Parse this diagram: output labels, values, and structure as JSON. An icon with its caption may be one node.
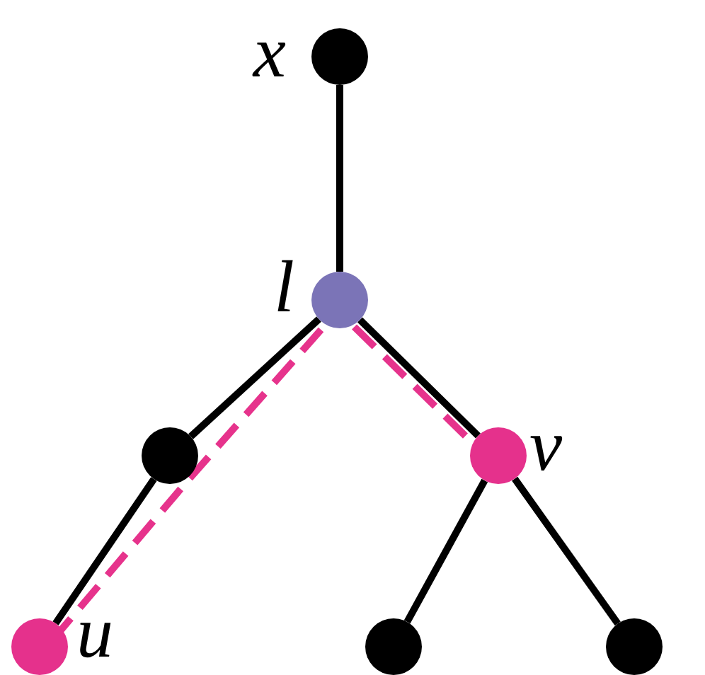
{
  "diagram": {
    "nodes": [
      {
        "text": [],
        "shape": "circle",
        "beside": [
          "x"
        ]
      },
      {
        "text": [],
        "shape": "circle",
        "beside": [
          "l"
        ]
      },
      {
        "text": [],
        "shape": "circle"
      },
      {
        "text": [],
        "shape": "circle",
        "beside": [
          "v"
        ]
      },
      {
        "text": [],
        "shape": "circle",
        "beside": [
          "u"
        ]
      },
      {
        "text": [],
        "shape": "circle"
      },
      {
        "text": [],
        "shape": "circle"
      }
    ],
    "edges": [
      {
        "from": 0,
        "to": 1,
        "arrow": "none"
      },
      {
        "from": 1,
        "to": 2,
        "arrow": "none"
      },
      {
        "from": 2,
        "to": 4,
        "arrow": "none"
      },
      {
        "from": 1,
        "to": 3,
        "arrow": "none"
      },
      {
        "from": 3,
        "to": 5,
        "arrow": "none"
      },
      {
        "from": 3,
        "to": 6,
        "arrow": "none"
      },
      {
        "from": 1,
        "to": 4,
        "arrow": "none",
        "style": "dashed",
        "color": "#e6338c"
      },
      {
        "from": 1,
        "to": 3,
        "arrow": "none",
        "style": "dashed",
        "color": "#e6338c"
      }
    ]
  }
}
